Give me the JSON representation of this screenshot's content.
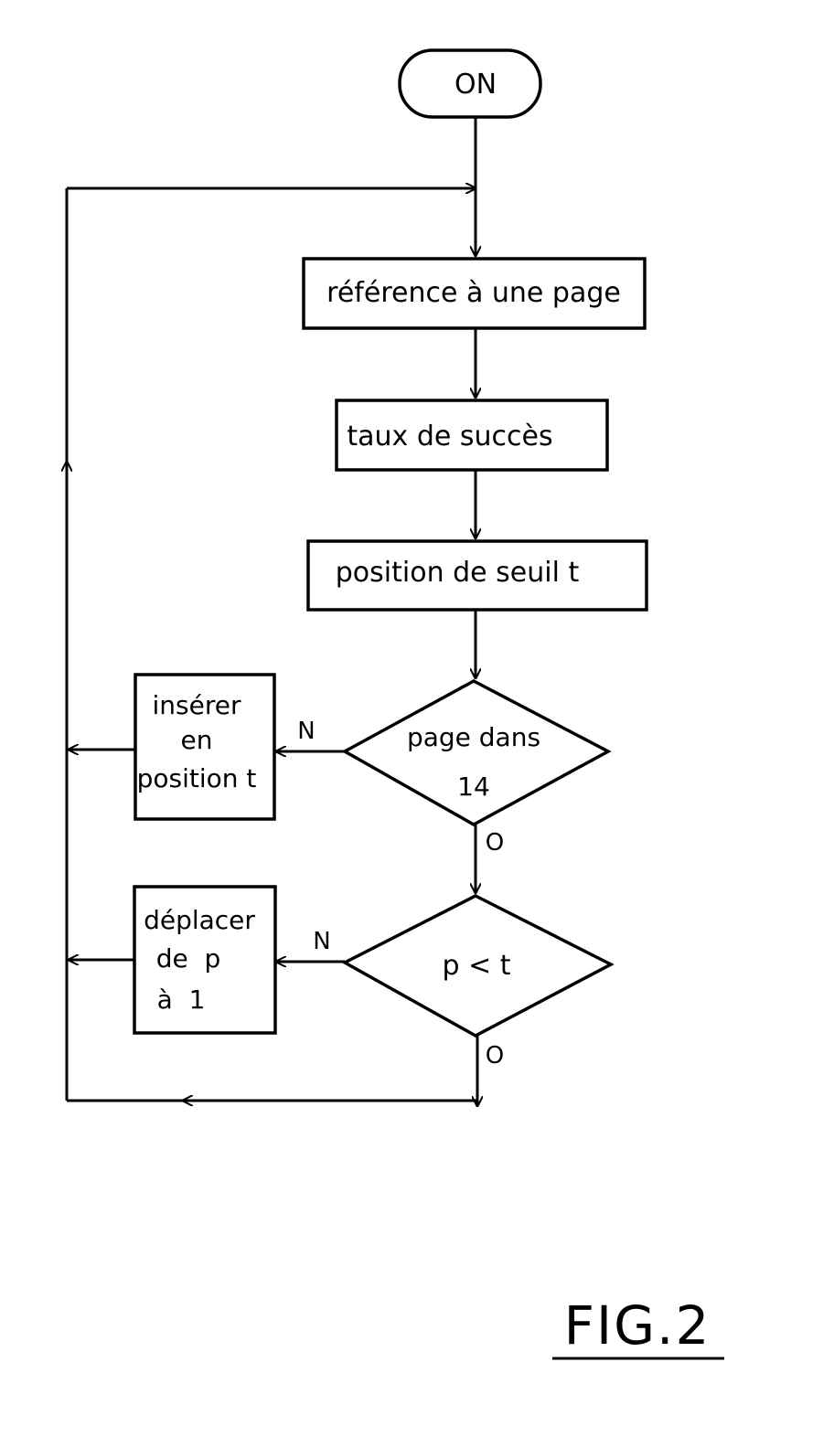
{
  "start": {
    "label": "ON"
  },
  "steps": [
    {
      "label": "référence à une page"
    },
    {
      "label": "taux de succès"
    },
    {
      "label": "position de seuil t"
    }
  ],
  "decisions": [
    {
      "lines": [
        "page dans",
        "14"
      ],
      "no": "N",
      "yes": "O"
    },
    {
      "lines": [
        "p < t"
      ],
      "no": "N",
      "yes": "O"
    }
  ],
  "side_boxes": [
    {
      "lines": [
        "insérer",
        "en",
        "position t"
      ]
    },
    {
      "lines": [
        "déplacer",
        "de  p",
        "à  1"
      ]
    }
  ],
  "figure": {
    "label": "FIG.2"
  }
}
